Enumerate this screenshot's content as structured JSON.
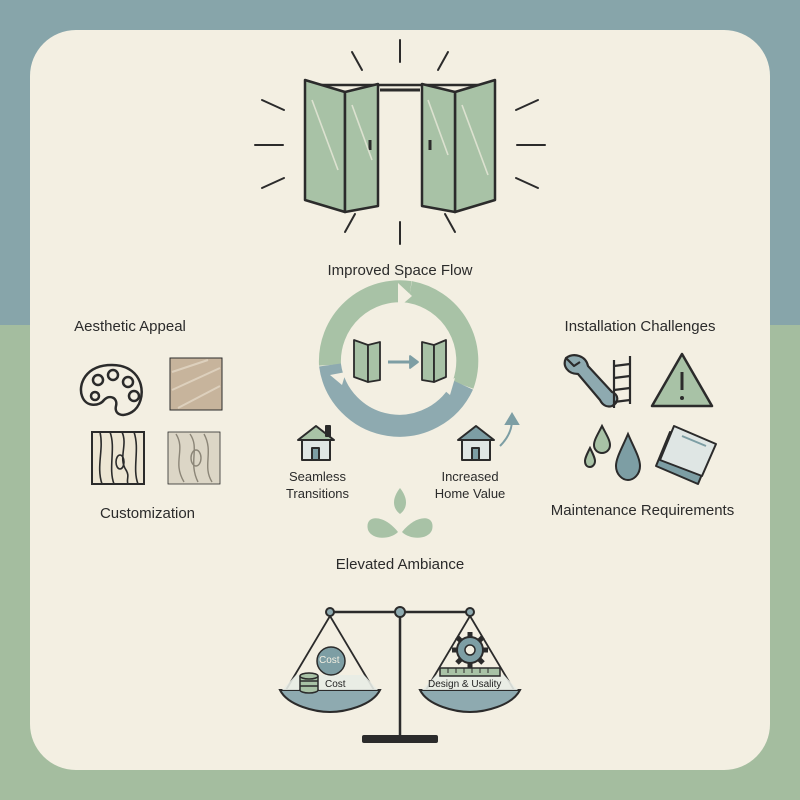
{
  "labels": {
    "improved_space_flow": "Improved Space Flow",
    "aesthetic_appeal": "Aesthetic Appeal",
    "customization": "Customization",
    "installation_challenges": "Installation Challenges",
    "maintenance_requirements": "Maintenance Requirements",
    "seamless_transitions": "Seamless Transitions",
    "increased_home_value": "Increased Home Value",
    "elevated_ambiance": "Elevated Ambiance"
  },
  "scale": {
    "left_coin_label": "Cost",
    "left_pan_label": "Cost",
    "right_pan_label": "Design & Usality"
  },
  "colors": {
    "top_band": "#87a5aa",
    "bottom_band": "#a4bd9f",
    "card": "#f3efe2",
    "accent_green": "#a8c2a6",
    "accent_blue": "#7d9ea4",
    "ink": "#2b2b2b"
  },
  "icons": [
    "folding-door-icon",
    "palette-icon",
    "wood-texture-icon",
    "wrench-icon",
    "ladder-icon",
    "warning-icon",
    "water-drop-icon",
    "cleaning-cloth-icon",
    "house-icon",
    "upward-arrow-icon",
    "leaf-sprout-icon",
    "balance-scale-icon",
    "gear-icon",
    "coin-stack-icon"
  ]
}
